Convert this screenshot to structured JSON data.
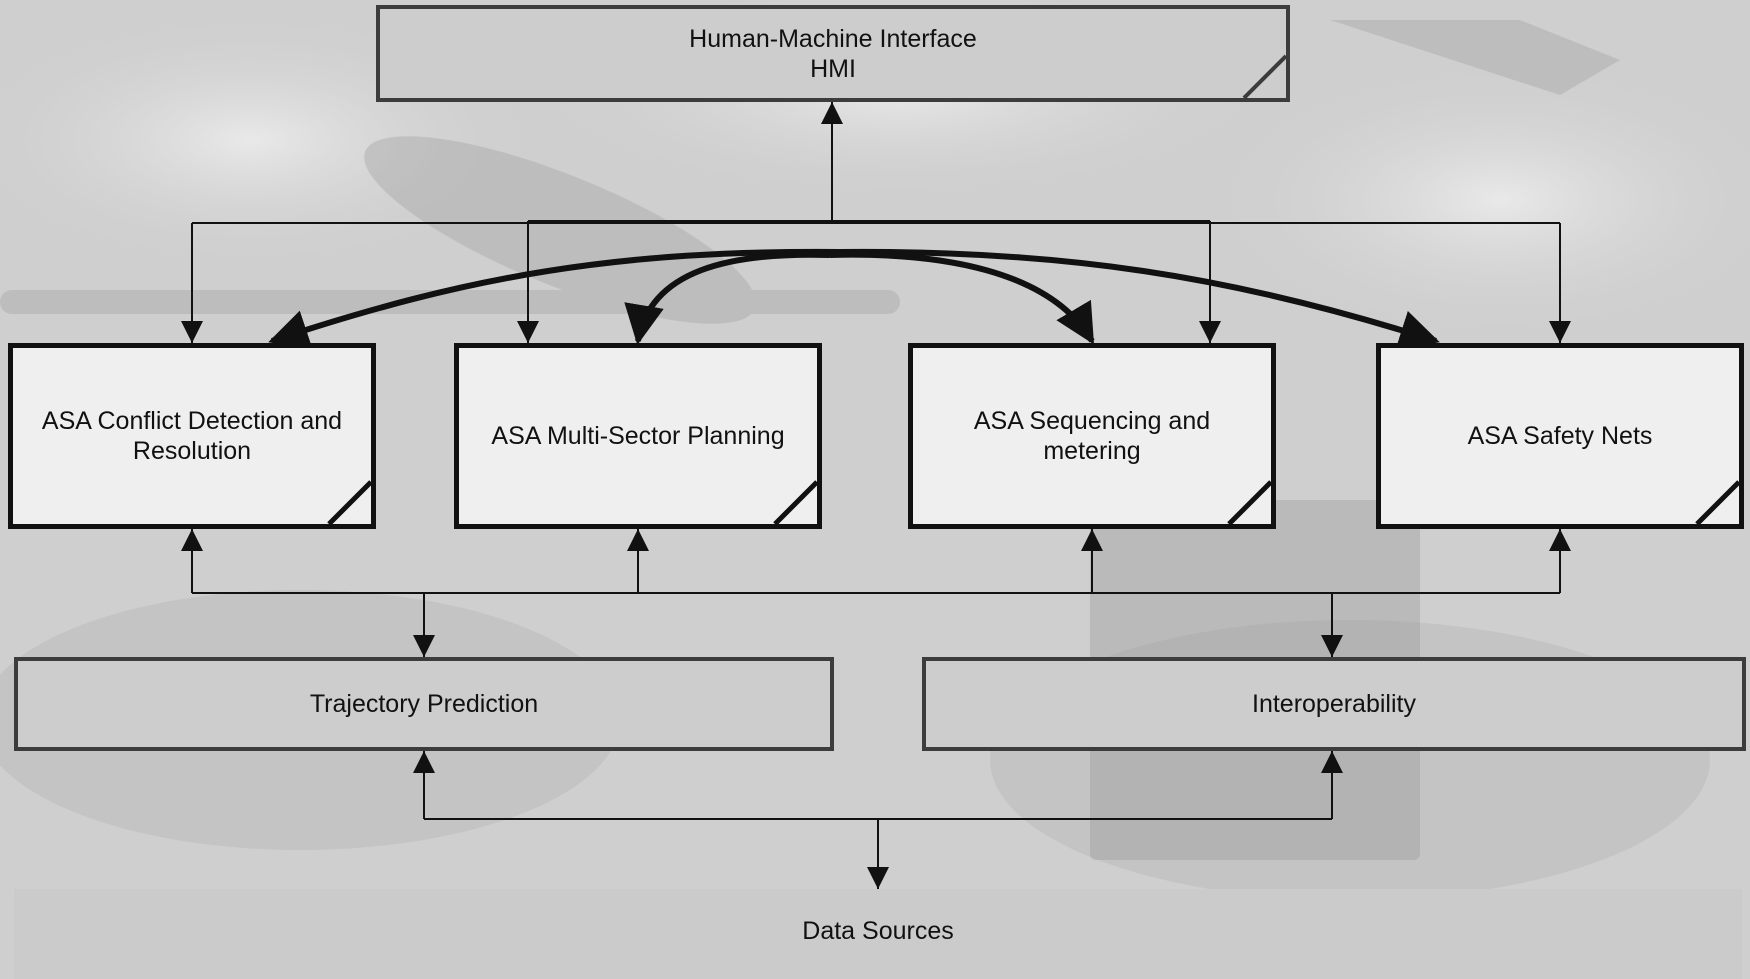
{
  "hmi": {
    "line1": "Human-Machine Interface",
    "line2": "HMI"
  },
  "asa_modules": [
    {
      "line1": "ASA Conflict Detection and",
      "line2": "Resolution"
    },
    {
      "line1": "ASA Multi-Sector Planning",
      "line2": ""
    },
    {
      "line1": "ASA Sequencing and",
      "line2": "metering"
    },
    {
      "line1": "ASA Safety Nets",
      "line2": ""
    }
  ],
  "support": {
    "trajectory": "Trajectory Prediction",
    "interoperability": "Interoperability"
  },
  "data_sources": "Data Sources",
  "colors": {
    "background": "#cfcfcf",
    "hmi_box": "#cdcdcd",
    "module_box": "#efefef",
    "connector": "#111111"
  }
}
